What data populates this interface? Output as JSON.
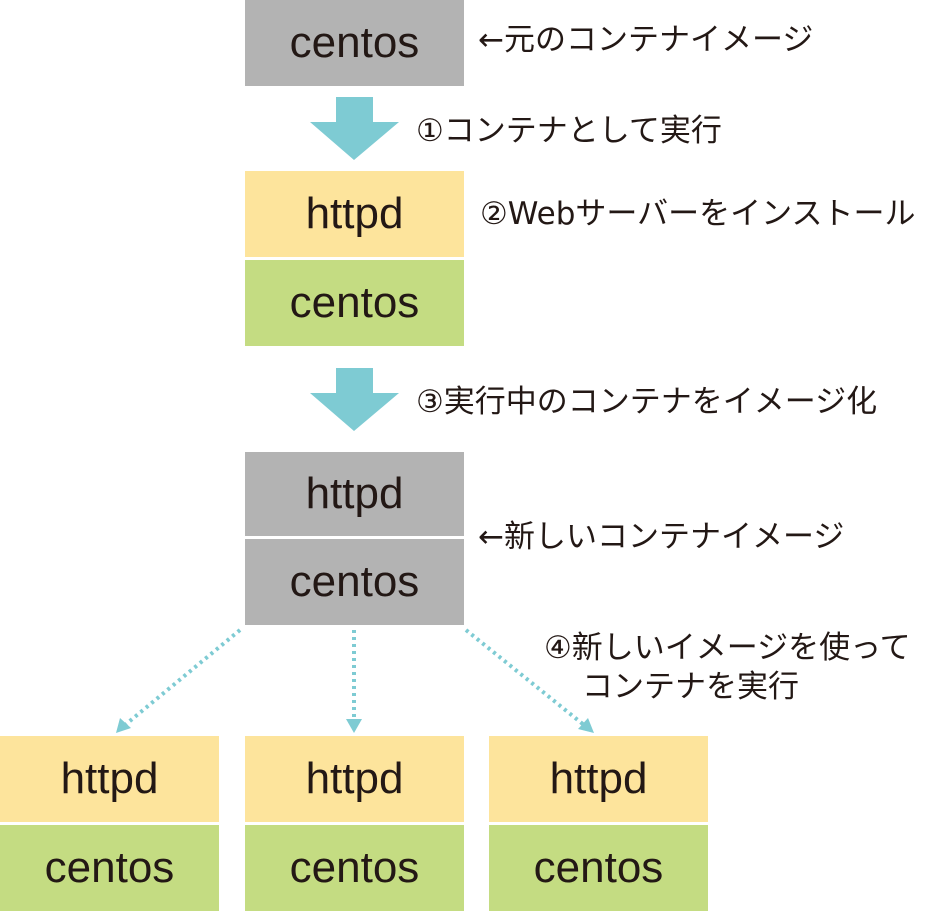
{
  "colors": {
    "gray": "#b3b3b3",
    "yellow": "#fde49c",
    "green": "#c4dc82",
    "arrow": "#7ecbd3",
    "text": "#231815"
  },
  "layers": {
    "httpd": "httpd",
    "centos": "centos"
  },
  "steps": {
    "original_image": "←元のコンテナイメージ",
    "step1": "①コンテナとして実行",
    "step2": "②Webサーバーをインストール",
    "step3": "③実行中のコンテナをイメージ化",
    "new_image": "←新しいコンテナイメージ",
    "step4_line1": "④新しいイメージを使って",
    "step4_line2": "コンテナを実行"
  }
}
